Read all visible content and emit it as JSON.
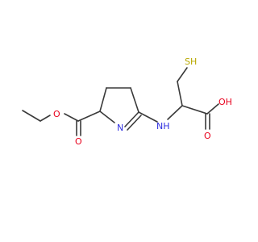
{
  "colors": {
    "bond": "#3a3a3a",
    "oxygen": "#e8001c",
    "nitrogen": "#3030e0",
    "sulfur": "#b8a800",
    "background": "#ffffff"
  },
  "atoms": {
    "thiol": "SH",
    "carboxyl_oh": "OH",
    "carboxyl_o": "O",
    "amine": "NH",
    "ring_n": "N",
    "ester_o_carbonyl": "O",
    "ester_o_ether": "O"
  }
}
